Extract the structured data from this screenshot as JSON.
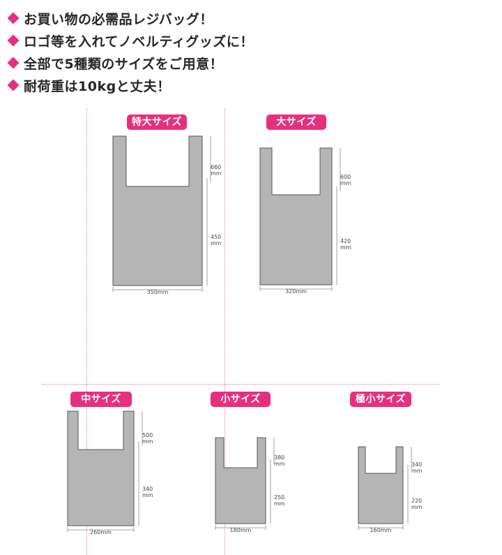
{
  "features": [
    "お買い物の必需品レジバッグ！",
    "ロゴ等を入れてノベルティグッズに！",
    "全部で5種類のサイズをご用意！",
    "耐荷重は10kgと丈夫！"
  ],
  "colors": {
    "accent": "#e6307f",
    "bag_fill": "#b5b5b5",
    "bag_stroke": "#555555",
    "guide": "#ef7fae"
  },
  "bags": [
    {
      "label": "特大サイズ",
      "width": "350mm",
      "total_height": "660\nmm",
      "body_height": "450\nmm"
    },
    {
      "label": "大サイズ",
      "width": "320mm",
      "total_height": "600\nmm",
      "body_height": "420\nmm"
    },
    {
      "label": "中サイズ",
      "width": "260mm",
      "total_height": "500\nmm",
      "body_height": "340\nmm"
    },
    {
      "label": "小サイズ",
      "width": "180mm",
      "total_height": "380\nmm",
      "body_height": "250\nmm"
    },
    {
      "label": "極小サイズ",
      "width": "160mm",
      "total_height": "340\nmm",
      "body_height": "220\nmm"
    }
  ]
}
